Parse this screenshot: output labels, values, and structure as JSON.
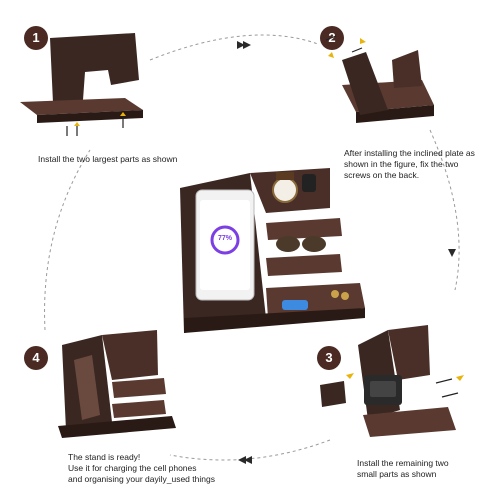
{
  "steps": [
    {
      "number": "1",
      "text": "Install the two largest parts as shown"
    },
    {
      "number": "2",
      "text": "After installing the inclined plate as shown in the figure, fix the two screws on the back."
    },
    {
      "number": "3",
      "text": "Install the remaining two small parts as shown"
    },
    {
      "number": "4",
      "lines": [
        "The stand is ready!",
        "Use it for charging the cell phones",
        "and organising your dayily_used things"
      ]
    }
  ],
  "phone_screen": {
    "charge_percent": "77%"
  },
  "colors": {
    "wood": "#3b2722",
    "wood_light": "#5a3a30",
    "badge": "#4a2a22",
    "flow_line": "#9a9a9a",
    "arrow": "#2a2a2a",
    "screen_accent": "#7b3fe4"
  }
}
